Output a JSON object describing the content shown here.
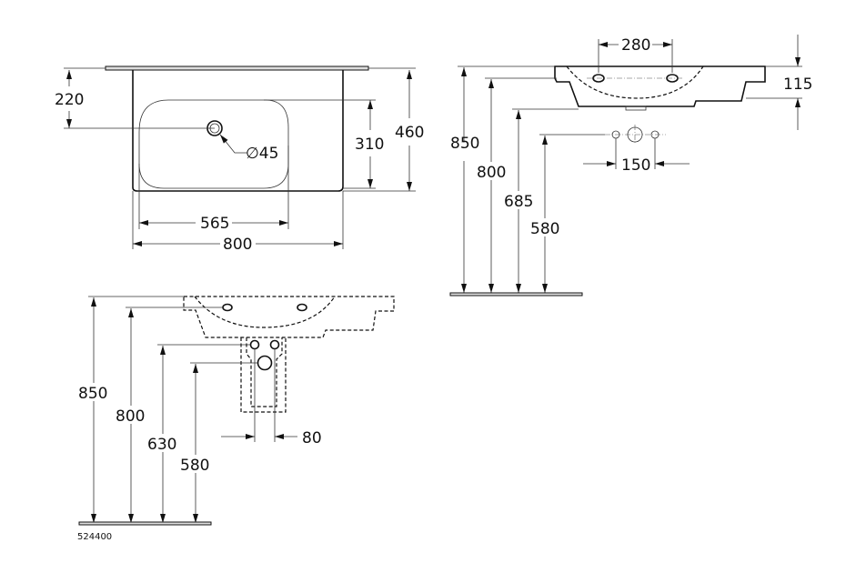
{
  "top_view": {
    "depth_to_drain": "220",
    "drain_diameter": "∅45",
    "bowl_depth": "310",
    "total_depth": "460",
    "bowl_width": "565",
    "total_width": "800"
  },
  "side_view": {
    "tap_spacing": "280",
    "basin_height": "115",
    "height_top": "850",
    "height_tap": "800",
    "height_bottom": "685",
    "height_connections": "580",
    "connection_spacing": "150"
  },
  "front_view": {
    "height_top": "850",
    "height_tap": "800",
    "height_supply": "630",
    "height_drain": "580",
    "supply_spacing": "80"
  },
  "article_number": "524400"
}
